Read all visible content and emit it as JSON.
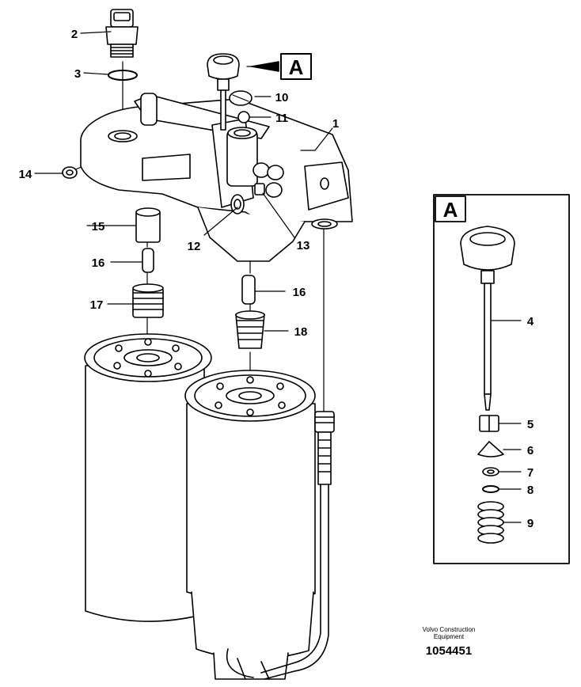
{
  "detail_reference": "A",
  "detail_box_title": "A",
  "callouts": {
    "c1": "1",
    "c2": "2",
    "c3": "3",
    "c4": "4",
    "c5": "5",
    "c6": "6",
    "c7": "7",
    "c8": "8",
    "c9": "9",
    "c10": "10",
    "c11": "11",
    "c12": "12",
    "c13": "13",
    "c14": "14",
    "c15": "15",
    "c16a": "16",
    "c16b": "16",
    "c17": "17",
    "c18": "18"
  },
  "credit": {
    "line1": "Volvo Construction",
    "line2": "Equipment",
    "drawing_number": "1054451"
  }
}
